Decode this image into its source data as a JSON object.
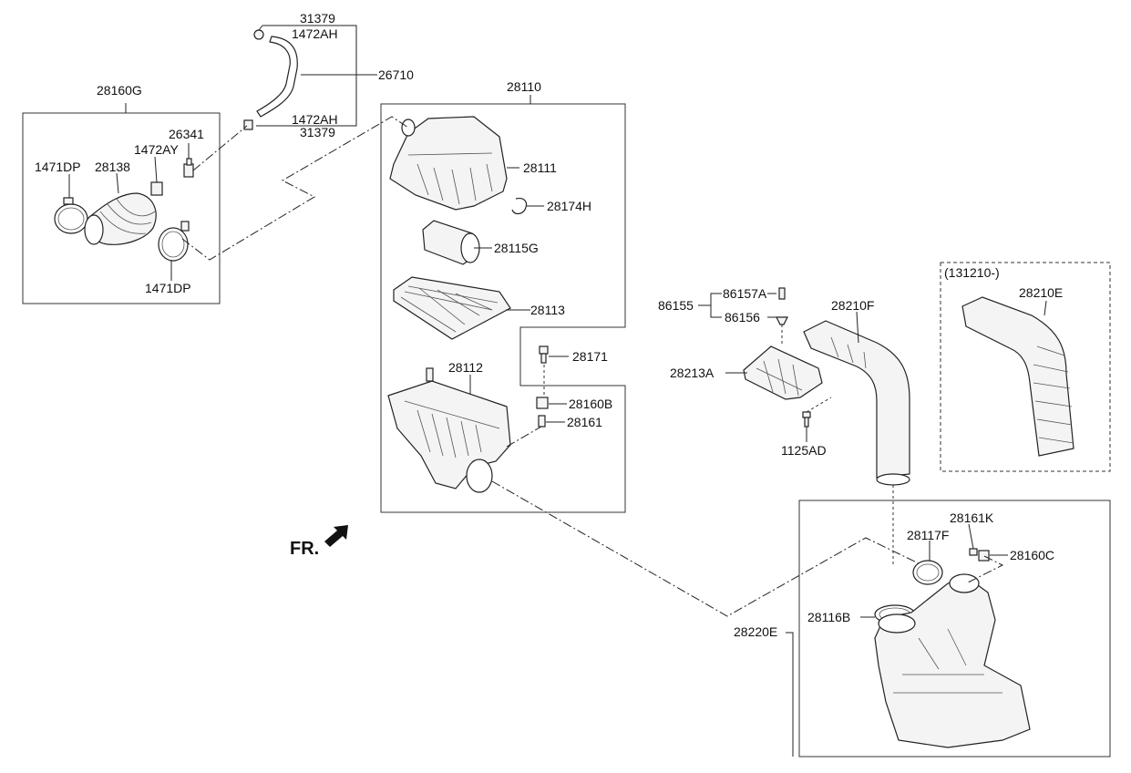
{
  "labels": {
    "l_31379_top": "31379",
    "l_1472AH_top": "1472AH",
    "l_26710": "26710",
    "l_1472AH_bot": "1472AH",
    "l_31379_bot": "31379",
    "l_28160G": "28160G",
    "l_26341": "26341",
    "l_1472AY": "1472AY",
    "l_1471DP_left": "1471DP",
    "l_28138": "28138",
    "l_1471DP_bot": "1471DP",
    "l_28110": "28110",
    "l_28111": "28111",
    "l_28174H": "28174H",
    "l_28115G": "28115G",
    "l_28113": "28113",
    "l_28171": "28171",
    "l_28112": "28112",
    "l_28160B": "28160B",
    "l_28161": "28161",
    "l_86155": "86155",
    "l_86157A": "86157A",
    "l_86156": "86156",
    "l_28210F": "28210F",
    "l_28213A": "28213A",
    "l_1125AD": "1125AD",
    "l_131210": "(131210-)",
    "l_28210E": "28210E",
    "l_28161K": "28161K",
    "l_28117F": "28117F",
    "l_28160C": "28160C",
    "l_28116B": "28116B",
    "l_28220E": "28220E",
    "l_FR": "FR."
  }
}
